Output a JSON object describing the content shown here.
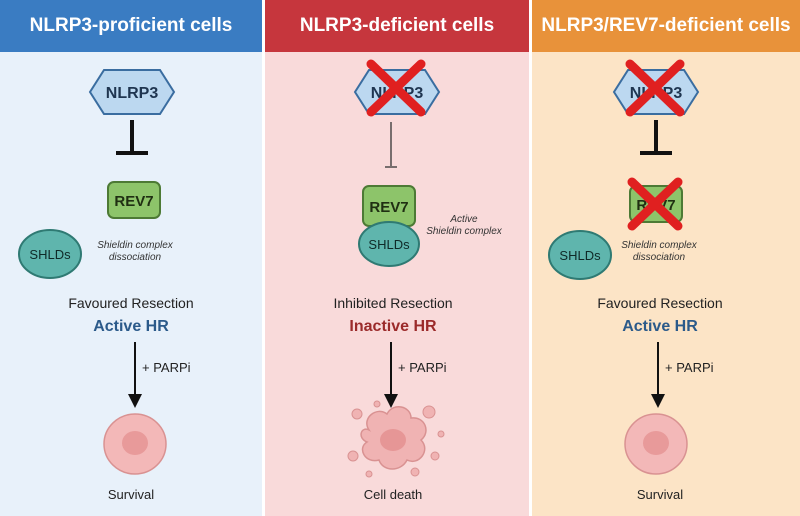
{
  "panels": [
    {
      "title": "NLRP3-proficient cells",
      "nlrp3": "NLRP3",
      "rev7": "REV7",
      "shlds": "SHLDs",
      "note": "Shieldin complex\ndissociation",
      "resection": "Favoured Resection",
      "hr": "Active HR",
      "parpi": "+ PARPi",
      "outcome": "Survival"
    },
    {
      "title": "NLRP3-deficient cells",
      "nlrp3": "NLRP3",
      "rev7": "REV7",
      "shlds": "SHLDs",
      "note": "Active\nShieldin complex",
      "resection": "Inhibited Resection",
      "hr": "Inactive HR",
      "parpi": "+ PARPi",
      "outcome": "Cell death"
    },
    {
      "title": "NLRP3/REV7-deficient cells",
      "nlrp3": "NLRP3",
      "rev7": "REV7",
      "shlds": "SHLDs",
      "note": "Shieldin complex\ndissociation",
      "resection": "Favoured Resection",
      "hr": "Active HR",
      "parpi": "+ PARPi",
      "outcome": "Survival"
    }
  ],
  "colors": {
    "proficient_header": "#3a7cc2",
    "deficient_header": "#c6363d",
    "double_deficient_header": "#e8923a",
    "nlrp3_hexagon": "#bcd8f0",
    "rev7_box": "#8dc46a",
    "shlds_circle": "#5fb5ad",
    "cell": "#f3b8b8",
    "knockout_cross": "#e02020"
  }
}
